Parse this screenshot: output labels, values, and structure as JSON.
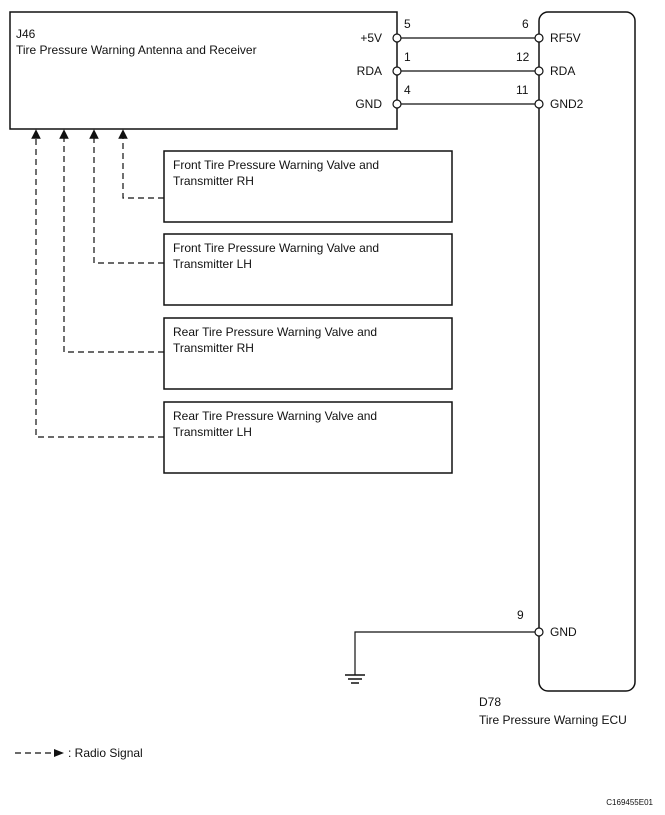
{
  "receiver": {
    "code": "J46",
    "name": "Tire Pressure Warning Antenna and Receiver"
  },
  "ecu": {
    "code": "D78",
    "name": "Tire Pressure Warning ECU"
  },
  "connections": [
    {
      "from_pin": "5",
      "from_label": "+5V",
      "to_pin": "6",
      "to_label": "RF5V"
    },
    {
      "from_pin": "1",
      "from_label": "RDA",
      "to_pin": "12",
      "to_label": "RDA"
    },
    {
      "from_pin": "4",
      "from_label": "GND",
      "to_pin": "11",
      "to_label": "GND2"
    }
  ],
  "ground": {
    "pin": "9",
    "label": "GND"
  },
  "transmitters": [
    {
      "line1": "Front Tire Pressure Warning Valve and",
      "line2": "Transmitter RH"
    },
    {
      "line1": "Front Tire Pressure Warning Valve and",
      "line2": "Transmitter LH"
    },
    {
      "line1": "Rear Tire Pressure Warning Valve and",
      "line2": "Transmitter RH"
    },
    {
      "line1": "Rear Tire Pressure Warning Valve and",
      "line2": "Transmitter LH"
    }
  ],
  "legend": {
    "label": ": Radio Signal"
  },
  "figure_code": "C169455E01"
}
